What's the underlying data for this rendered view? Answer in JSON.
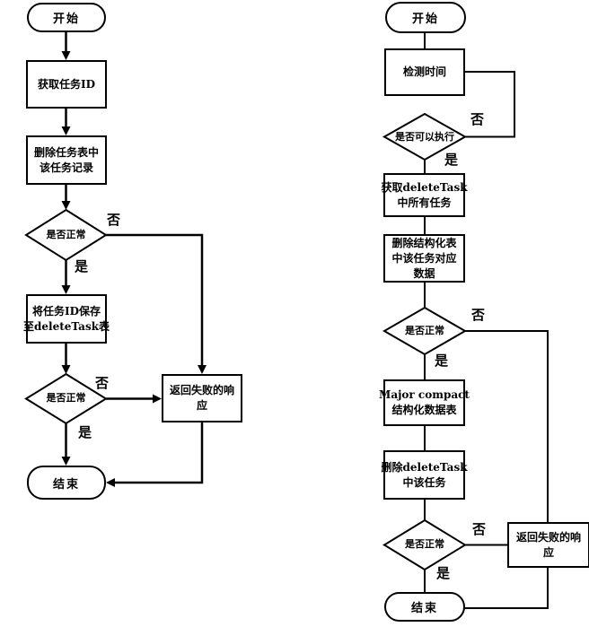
{
  "colors": {
    "background": "#ffffff",
    "line": "#000000",
    "node_fill": "#ffffff",
    "text": "#000000"
  },
  "left_chart": {
    "start_label": "开始",
    "end_label": "结束",
    "steps": {
      "get_task_id": {
        "lines": [
          "获取任务ID"
        ]
      },
      "delete_record": {
        "lines": [
          "删除任务表中",
          "该任务记录"
        ]
      },
      "save_task_id": {
        "lines": [
          "将任务ID保存",
          "至deleteTask表"
        ]
      },
      "fail_response": {
        "lines": [
          "返回失败的响",
          "应"
        ]
      }
    },
    "decisions": {
      "check1": "是否正常",
      "check2": "是否正常"
    },
    "edge_labels": {
      "check1_no": "否",
      "check1_yes": "是",
      "check2_no": "否",
      "check2_yes": "是"
    }
  },
  "right_chart": {
    "start_label": "开始",
    "end_label": "结束",
    "steps": {
      "check_time": {
        "lines": [
          "检测时间"
        ]
      },
      "get_all_tasks": {
        "lines": [
          "获取deleteTask",
          "中所有任务"
        ]
      },
      "delete_structured": {
        "lines": [
          "删除结构化表",
          "中该任务对应",
          "数据"
        ]
      },
      "major_compact": {
        "lines": [
          "Major compact",
          "结构化数据表"
        ]
      },
      "delete_task": {
        "lines": [
          "删除deleteTask",
          "中该任务"
        ]
      },
      "fail_response": {
        "lines": [
          "返回失败的响",
          "应"
        ]
      }
    },
    "decisions": {
      "can_execute": "是否可以执行",
      "check1": "是否正常",
      "check2": "是否正常"
    },
    "edge_labels": {
      "can_execute_no": "否",
      "can_execute_yes": "是",
      "check1_no": "否",
      "check1_yes": "是",
      "check2_no": "否",
      "check2_yes": "是"
    }
  }
}
